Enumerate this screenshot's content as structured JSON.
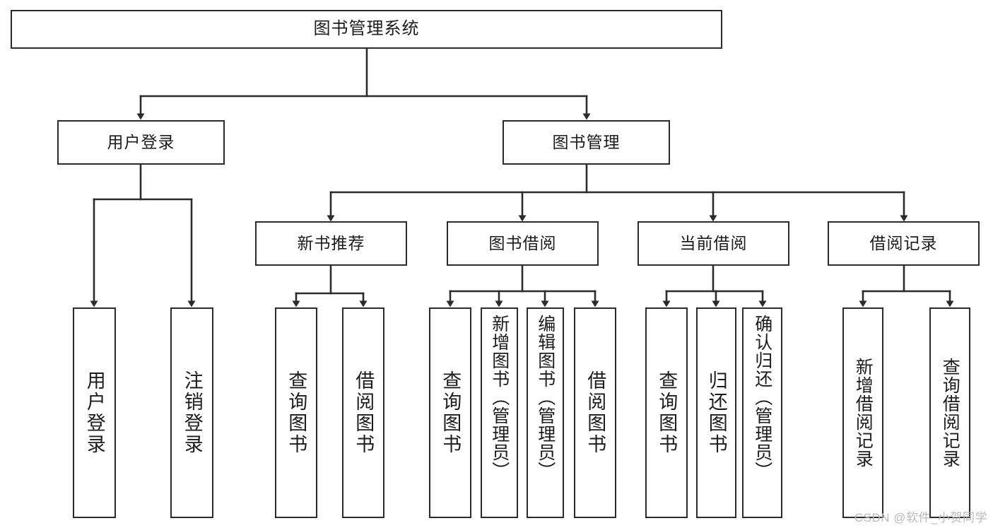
{
  "diagram": {
    "type": "tree",
    "title": "图书管理系统",
    "watermark": "CSDN @软件_小贺同学",
    "colors": {
      "stroke": "#2b2b2b",
      "fill": "#ffffff",
      "text": "#1c1c1c",
      "watermark": "#b9b9b9"
    },
    "nodes": {
      "root": {
        "label": "图书管理系统"
      },
      "level1": [
        {
          "label": "用户登录"
        },
        {
          "label": "图书管理"
        }
      ],
      "level2": [
        {
          "label": "新书推荐"
        },
        {
          "label": "图书借阅"
        },
        {
          "label": "当前借阅"
        },
        {
          "label": "借阅记录"
        }
      ],
      "leaves": [
        {
          "label": "用户登录"
        },
        {
          "label": "注销登录"
        },
        {
          "label": "查询图书"
        },
        {
          "label": "借阅图书"
        },
        {
          "label": "查询图书"
        },
        {
          "label": "新增图书（管理员）"
        },
        {
          "label": "编辑图书（管理员）"
        },
        {
          "label": "借阅图书"
        },
        {
          "label": "查询图书"
        },
        {
          "label": "归还图书"
        },
        {
          "label": "确认归还（管理员）"
        },
        {
          "label": "新增借阅记录"
        },
        {
          "label": "查询借阅记录"
        }
      ]
    },
    "edges": [
      {
        "from": "图书管理系统",
        "to": "用户登录"
      },
      {
        "from": "图书管理系统",
        "to": "图书管理"
      },
      {
        "from": "用户登录",
        "to": "用户登录"
      },
      {
        "from": "用户登录",
        "to": "注销登录"
      },
      {
        "from": "图书管理",
        "to": "新书推荐"
      },
      {
        "from": "图书管理",
        "to": "图书借阅"
      },
      {
        "from": "图书管理",
        "to": "当前借阅"
      },
      {
        "from": "图书管理",
        "to": "借阅记录"
      },
      {
        "from": "新书推荐",
        "to": "查询图书"
      },
      {
        "from": "新书推荐",
        "to": "借阅图书"
      },
      {
        "from": "图书借阅",
        "to": "查询图书"
      },
      {
        "from": "图书借阅",
        "to": "新增图书（管理员）"
      },
      {
        "from": "图书借阅",
        "to": "编辑图书（管理员）"
      },
      {
        "from": "图书借阅",
        "to": "借阅图书"
      },
      {
        "from": "当前借阅",
        "to": "查询图书"
      },
      {
        "from": "当前借阅",
        "to": "归还图书"
      },
      {
        "from": "当前借阅",
        "to": "确认归还（管理员）"
      },
      {
        "from": "借阅记录",
        "to": "新增借阅记录"
      },
      {
        "from": "借阅记录",
        "to": "查询借阅记录"
      }
    ]
  }
}
